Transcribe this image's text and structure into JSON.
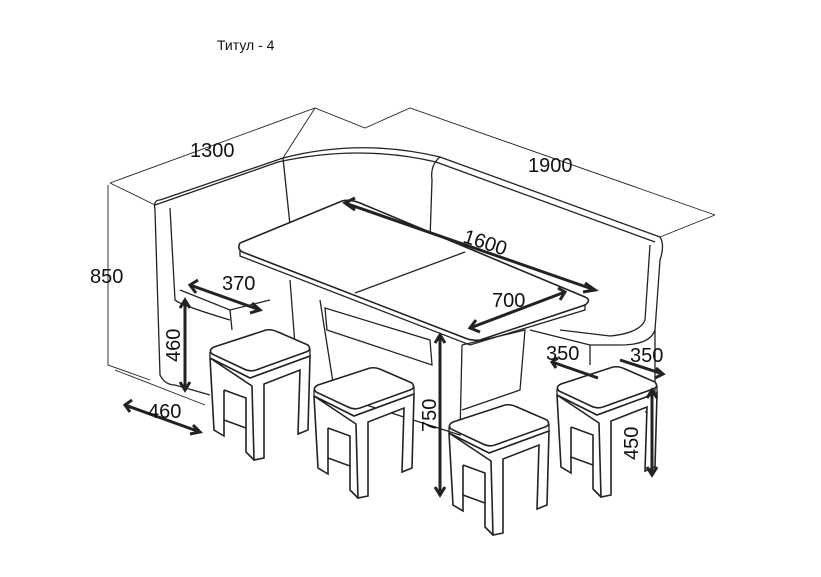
{
  "title": "Титул - 4",
  "dimensions": {
    "left_length": "1300",
    "right_length": "1900",
    "height": "850",
    "table_length": "1600",
    "seat_depth": "370",
    "table_width": "700",
    "seat_height": "460",
    "bench_depth": "460",
    "stool_width": "350",
    "stool_depth": "350",
    "table_height": "750",
    "stool_height": "450"
  }
}
